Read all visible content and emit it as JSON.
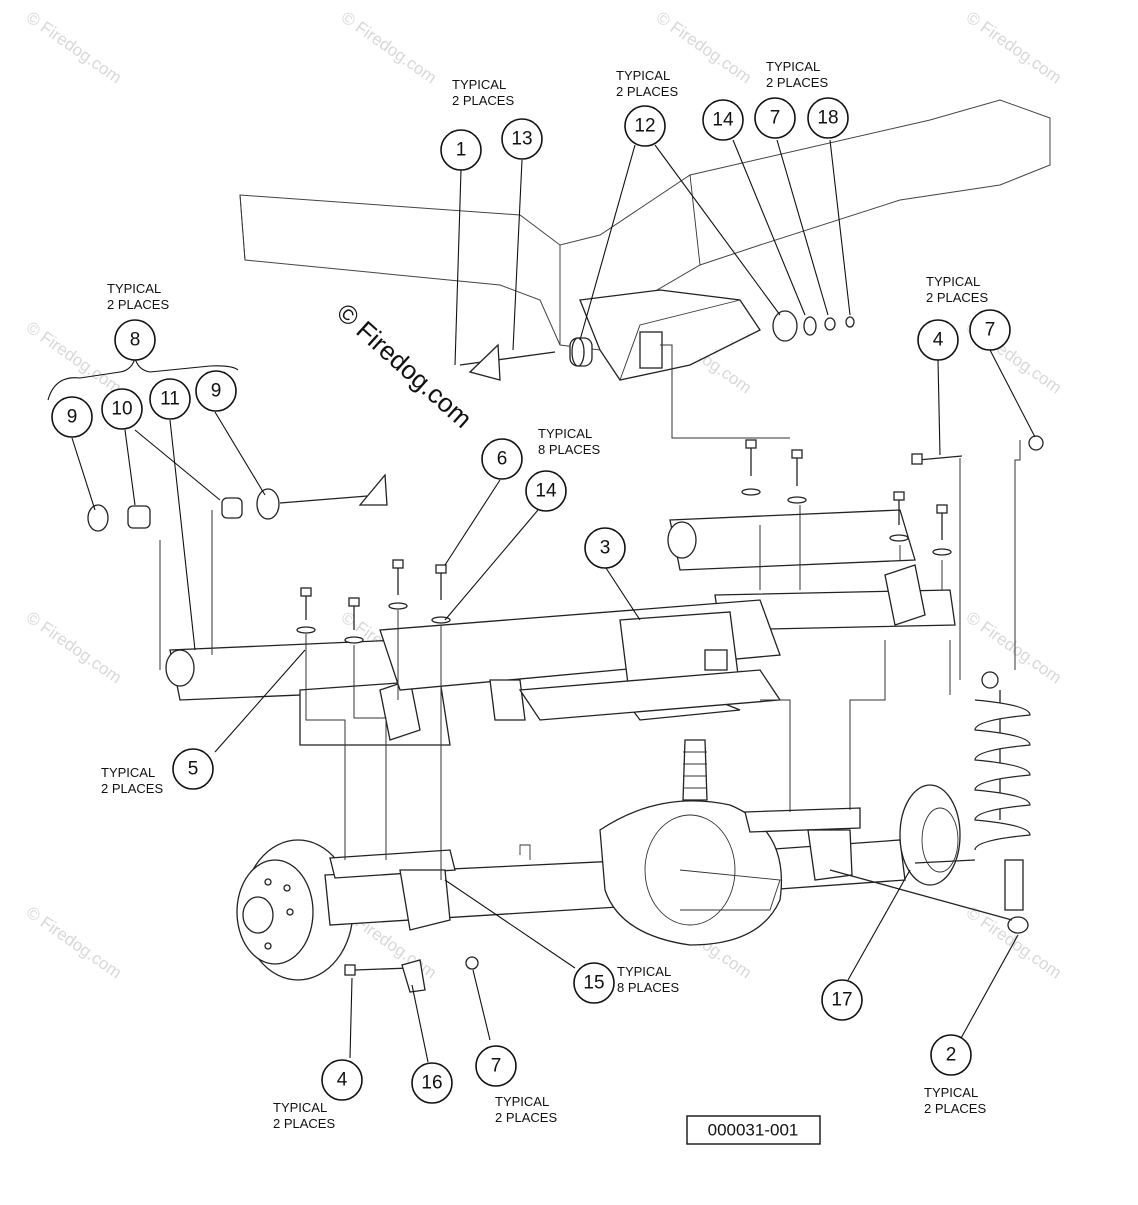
{
  "watermark": {
    "small_text": "© Firedog.com",
    "main_text": "© Firedog.com"
  },
  "drawing_id": "000031-001",
  "callouts": [
    {
      "num": "1"
    },
    {
      "num": "13"
    },
    {
      "num": "12"
    },
    {
      "num": "14"
    },
    {
      "num": "7"
    },
    {
      "num": "18"
    },
    {
      "num": "8"
    },
    {
      "num": "9"
    },
    {
      "num": "10"
    },
    {
      "num": "11"
    },
    {
      "num": "9"
    },
    {
      "num": "4"
    },
    {
      "num": "7"
    },
    {
      "num": "6"
    },
    {
      "num": "14"
    },
    {
      "num": "3"
    },
    {
      "num": "5"
    },
    {
      "num": "15"
    },
    {
      "num": "17"
    },
    {
      "num": "4"
    },
    {
      "num": "16"
    },
    {
      "num": "7"
    },
    {
      "num": "2"
    }
  ],
  "notes": [
    {
      "lines": [
        "TYPICAL",
        "2 PLACES"
      ]
    },
    {
      "lines": [
        "TYPICAL",
        "2 PLACES"
      ]
    },
    {
      "lines": [
        "TYPICAL",
        "2 PLACES"
      ]
    },
    {
      "lines": [
        "TYPICAL",
        "2 PLACES"
      ]
    },
    {
      "lines": [
        "TYPICAL",
        "2 PLACES"
      ]
    },
    {
      "lines": [
        "TYPICAL",
        "8 PLACES"
      ]
    },
    {
      "lines": [
        "TYPICAL",
        "2 PLACES"
      ]
    },
    {
      "lines": [
        "TYPICAL",
        "8 PLACES"
      ]
    },
    {
      "lines": [
        "TYPICAL",
        "2 PLACES"
      ]
    },
    {
      "lines": [
        "TYPICAL",
        "2 PLACES"
      ]
    },
    {
      "lines": [
        "TYPICAL",
        "2 PLACES"
      ]
    }
  ]
}
